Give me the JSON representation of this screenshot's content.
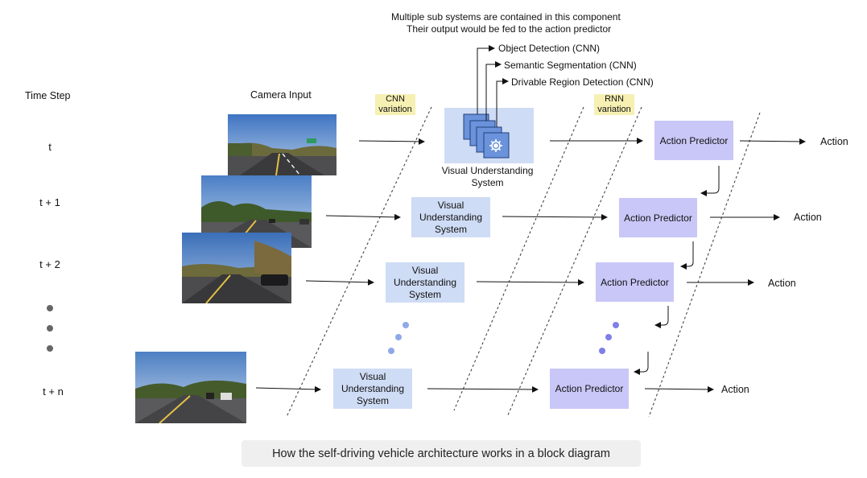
{
  "note": {
    "line1": "Multiple sub systems are contained in this component",
    "line2": "Their output would be fed to the action predictor"
  },
  "subsystems": [
    "Object Detection (CNN)",
    "Semantic Segmentation (CNN)",
    "Drivable Region Detection (CNN)"
  ],
  "headers": {
    "time_step": "Time Step",
    "camera_input": "Camera Input"
  },
  "variations": {
    "cnn_line1": "CNN",
    "cnn_line2": "variation",
    "rnn_line1": "RNN",
    "rnn_line2": "variation"
  },
  "time_steps": [
    "t",
    "t + 1",
    "t + 2",
    "t + n"
  ],
  "vus_label": "Visual Understanding System",
  "vus_first_line1": "Visual Understanding",
  "vus_first_line2": "System",
  "vus_line1": "Visual",
  "vus_line2": "Understanding",
  "vus_line3": "System",
  "action_predictor": "Action Predictor",
  "action": "Action",
  "caption": "How the self-driving vehicle architecture works in a block diagram",
  "colors": {
    "vus_fill": "#cfdcf5",
    "ap_fill": "#c9c7f7",
    "stack_fill": "#6b93dc",
    "dot_blue": "#8fa8e8",
    "dot_purple": "#7f7fe8",
    "dot_gray": "#666666",
    "highlight": "#f6f0b3"
  },
  "icons": [
    "gear-icon"
  ]
}
